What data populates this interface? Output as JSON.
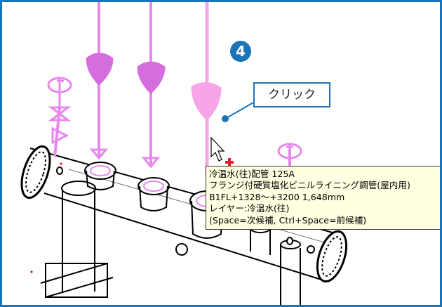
{
  "colors": {
    "frame": "#1b73b8",
    "pipe": "#e888ee",
    "pipe_highlight": "#f7a4e8",
    "accent_fill": "#d46ddd",
    "line": "#000000",
    "tooltip_bg": "#ffffe1"
  },
  "step": {
    "number": "4"
  },
  "callout": {
    "label": "クリック"
  },
  "tooltip": {
    "lines": [
      "冷温水(往)配管 125A",
      "フランジ付硬質塩化ビニルライニング鋼管(屋内用)",
      "B1FL+1328～+3200 1,648mm",
      "レイヤー:冷温水(往)",
      "(Space=次候補, Ctrl+Space=前候補)"
    ]
  },
  "icons": {
    "cursor": "arrow-cursor-icon",
    "snap": "red-cross-snap-icon"
  }
}
